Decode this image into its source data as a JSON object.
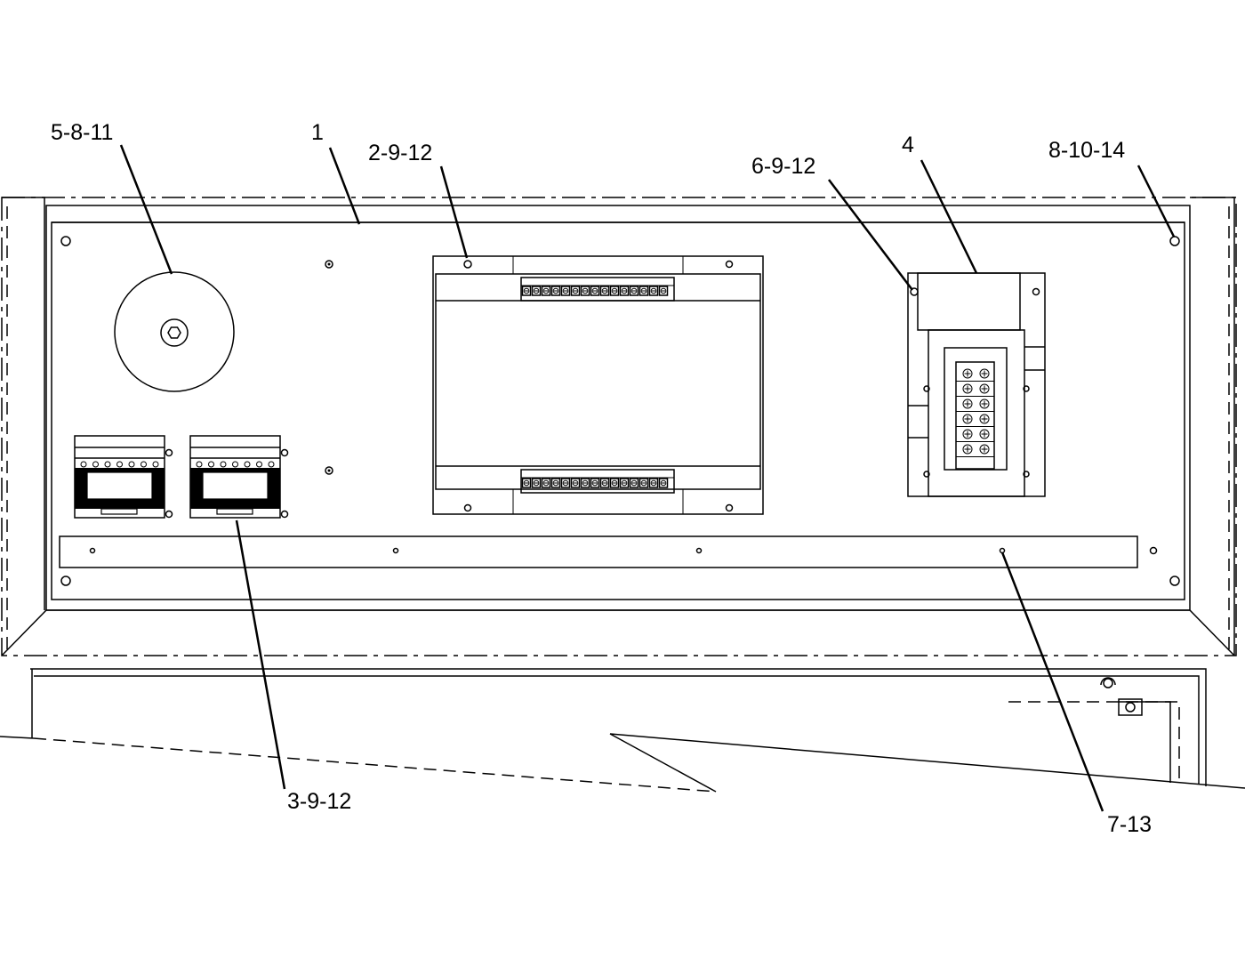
{
  "callouts": {
    "c_5_8_11": "5-8-11",
    "c_1": "1",
    "c_2_9_12": "2-9-12",
    "c_6_9_12": "6-9-12",
    "c_4": "4",
    "c_8_10_14": "8-10-14",
    "c_3_9_12": "3-9-12",
    "c_7_13": "7-13"
  }
}
